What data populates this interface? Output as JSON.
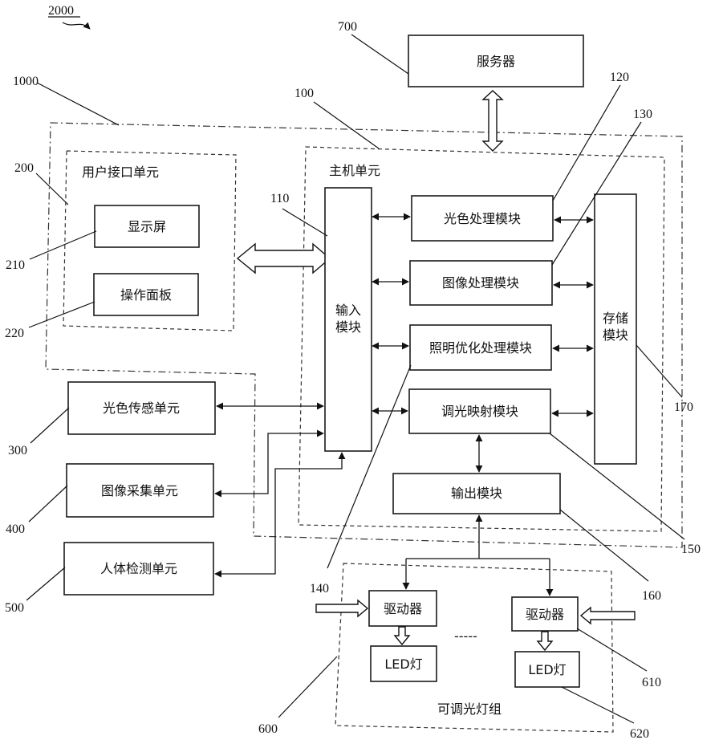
{
  "figure_ref": "2000",
  "refs": {
    "system": "1000",
    "host": "100",
    "input": "110",
    "color_proc": "120",
    "image_proc": "130",
    "lighting_opt": "140",
    "dimming_map": "150",
    "output": "160",
    "storage": "170",
    "ui": "200",
    "display": "210",
    "panel": "220",
    "color_sensor": "300",
    "image_capture": "400",
    "body_detect": "500",
    "lamp_group": "600",
    "driver": "610",
    "led": "620",
    "server": "700"
  },
  "labels": {
    "server": "服务器",
    "host_unit": "主机单元",
    "ui_unit": "用户接口单元",
    "display": "显示屏",
    "panel": "操作面板",
    "input_line1": "输入",
    "input_line2": "模块",
    "color_proc": "光色处理模块",
    "image_proc": "图像处理模块",
    "lighting_opt": "照明优化处理模块",
    "dimming_map": "调光映射模块",
    "output": "输出模块",
    "storage_line1": "存储",
    "storage_line2": "模块",
    "color_sensor": "光色传感单元",
    "image_capture": "图像采集单元",
    "body_detect": "人体检测单元",
    "driver_left": "驱动器",
    "driver_right": "驱动器",
    "led_left": "LED灯",
    "led_right": "LED灯",
    "ellipsis": "-----",
    "lamp_group": "可调光灯组"
  }
}
